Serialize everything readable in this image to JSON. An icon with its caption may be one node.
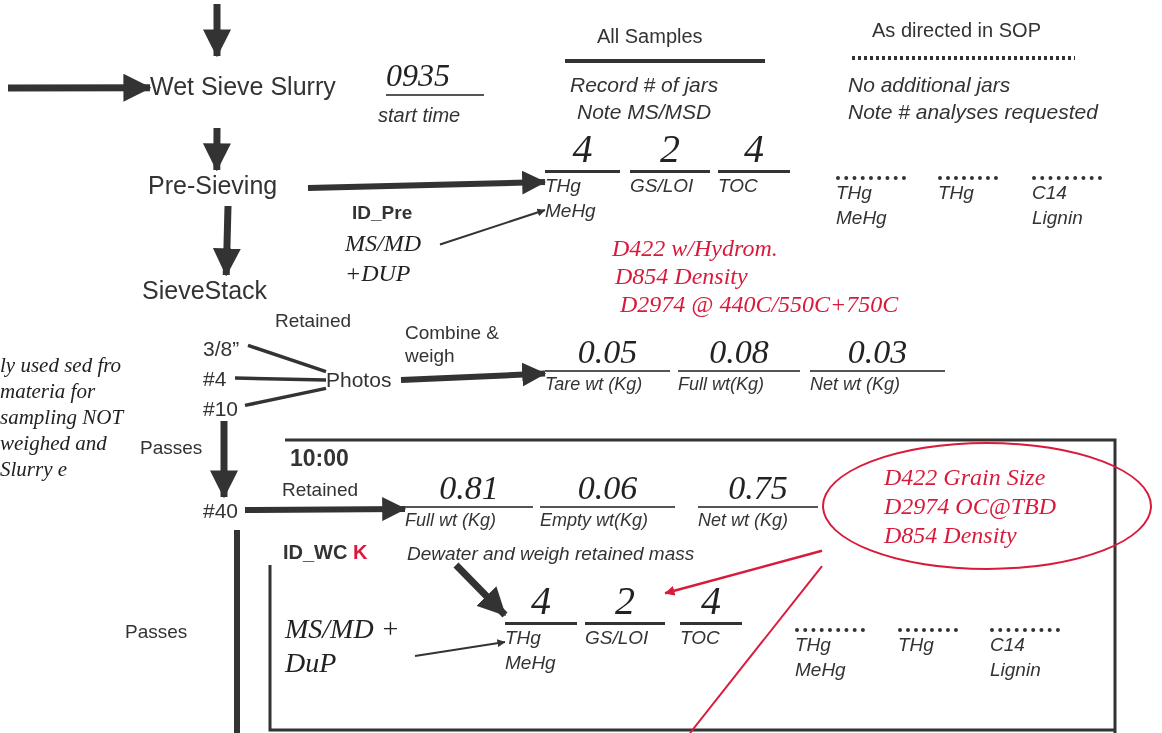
{
  "diagram": {
    "nodes": [
      {
        "text": [
          "Wet Sieve Slurry"
        ],
        "beside": [
          "0935",
          "start time"
        ]
      },
      {
        "text": [
          "Pre-Sieving"
        ]
      },
      {
        "text": [
          "SieveStack"
        ]
      },
      {
        "text": [
          "4",
          "THg MeHg"
        ]
      },
      {
        "text": [
          "2",
          "GS/LOI"
        ]
      },
      {
        "text": [
          "4",
          "TOC"
        ]
      },
      {
        "text": [
          "THg MeHg"
        ]
      },
      {
        "text": [
          "THg"
        ]
      },
      {
        "text": [
          "C14 Lignin"
        ]
      },
      {
        "text": [
          "MS/MD +DUP"
        ]
      },
      {
        "text": [
          "3/8”"
        ]
      },
      {
        "text": [
          "#4"
        ]
      },
      {
        "text": [
          "#10"
        ]
      },
      {
        "text": [
          "Photos"
        ]
      },
      {
        "text": [
          "0.05",
          "Tare wt (Kg)"
        ]
      },
      {
        "text": [
          "0.08",
          "Full wt(Kg)"
        ]
      },
      {
        "text": [
          "0.03",
          "Net wt (Kg)"
        ]
      },
      {
        "text": [
          "#40"
        ]
      },
      {
        "text": [
          "0.81",
          "Full wt (Kg)"
        ]
      },
      {
        "text": [
          "0.06",
          "Empty wt(Kg)"
        ]
      },
      {
        "text": [
          "0.75",
          "Net wt (Kg)"
        ]
      },
      {
        "text": [
          "4",
          "THg MeHg"
        ]
      },
      {
        "text": [
          "2",
          "GS/LOI"
        ]
      },
      {
        "text": [
          "4",
          "TOC"
        ]
      },
      {
        "text": [
          "THg MeHg"
        ]
      },
      {
        "text": [
          "THg"
        ]
      },
      {
        "text": [
          "C14 Lignin"
        ]
      },
      {
        "text": [
          "MS/MD + DuP"
        ]
      },
      {
        "text": [
          "D422 Grain Size D2974 OC@TBD D854 Density"
        ]
      },
      {
        "text": [
          "Dewater and weigh retained mass"
        ]
      }
    ],
    "edges": [
      {
        "from": null,
        "to": 0,
        "arrow": "to"
      },
      {
        "from": null,
        "to": 0,
        "arrow": "to"
      },
      {
        "from": 0,
        "to": 1,
        "arrow": "to"
      },
      {
        "from": 1,
        "to": 2,
        "arrow": "to"
      },
      {
        "from": 1,
        "to": 3,
        "arrow": "to"
      },
      {
        "from": 9,
        "to": 3,
        "arrow": "to"
      },
      {
        "from": 10,
        "to": 13,
        "arrow": "none"
      },
      {
        "from": 11,
        "to": 13,
        "arrow": "none"
      },
      {
        "from": 12,
        "to": 13,
        "arrow": "none"
      },
      {
        "from": 13,
        "to": 14,
        "arrow": "to",
        "label": "Combine & weigh"
      },
      {
        "from": 12,
        "to": 17,
        "arrow": "to",
        "label": "Passes"
      },
      {
        "from": 17,
        "to": 18,
        "arrow": "to",
        "label": "Retained"
      },
      {
        "from": 29,
        "to": 21,
        "arrow": "to"
      },
      {
        "from": 27,
        "to": 21,
        "arrow": "to"
      },
      {
        "from": 28,
        "to": 22,
        "arrow": "to",
        "color": "#d81b3c"
      },
      {
        "from": 28,
        "to": null,
        "arrow": "none",
        "color": "#d81b3c"
      }
    ],
    "labels": [
      "All Samples",
      "Record # of jars",
      "Note MS/MSD",
      "As directed in SOP",
      "No additional jars",
      "Note # analyses requested",
      "ID_Pre",
      "D422 w/Hydrom.",
      "D854 Density",
      "D2974 @ 440C/550C+750C",
      "Retained",
      "ly used sed fro materia for sampling NOT weighed and Slurry e",
      "10:00",
      "ID_WC",
      "K",
      "Passes"
    ]
  }
}
